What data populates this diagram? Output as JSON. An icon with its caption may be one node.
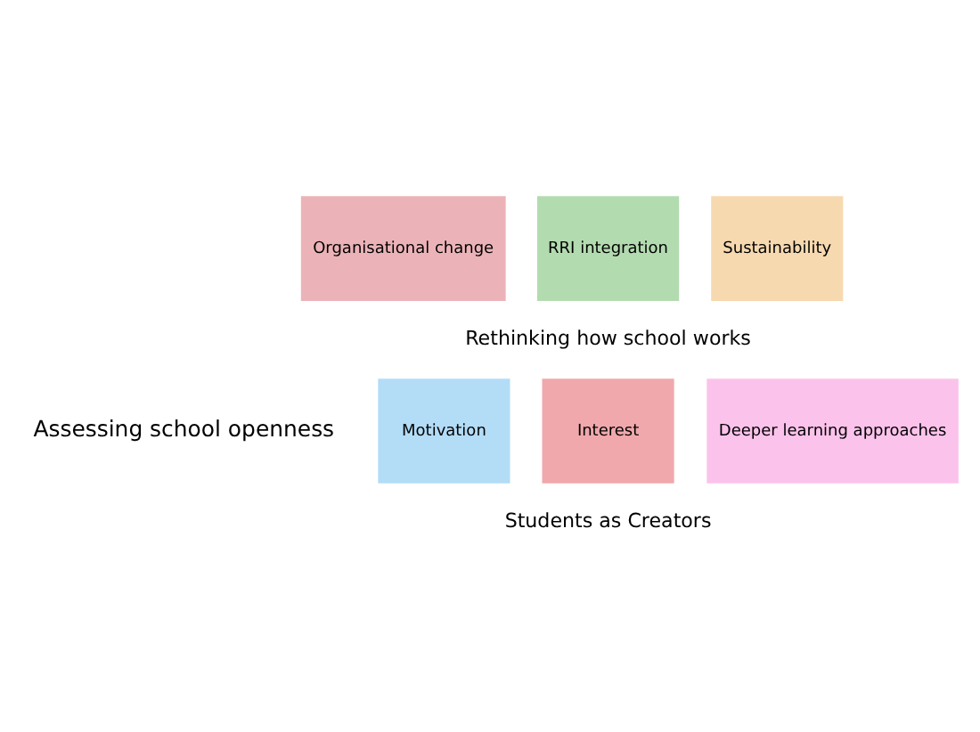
{
  "diagram": {
    "nodes": [
      {
        "text": [
          "Organisational change"
        ]
      },
      {
        "text": [
          "RRI integration"
        ]
      },
      {
        "text": [
          "Sustainability"
        ]
      },
      {
        "text": [
          "Motivation"
        ]
      },
      {
        "text": [
          "Interest"
        ]
      },
      {
        "text": [
          "Deeper learning approaches"
        ]
      }
    ],
    "labels": [
      "Assessing school openness",
      "Rethinking how school works",
      "Students as Creators"
    ]
  }
}
